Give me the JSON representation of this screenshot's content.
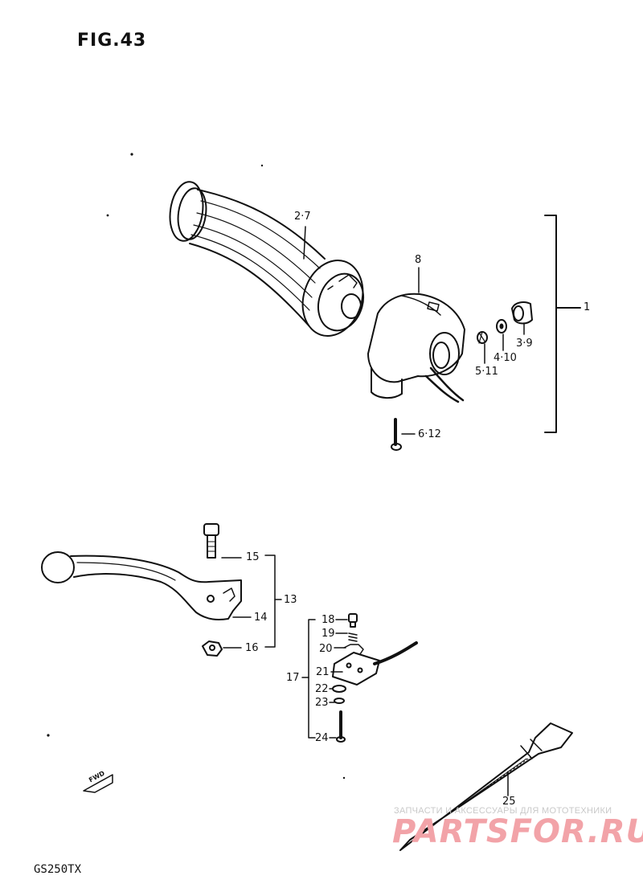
{
  "figure": {
    "title": "FIG.43",
    "model": "GS250TX"
  },
  "callouts": {
    "c1": "1",
    "c2_7": "2·7",
    "c3_9": "3·9",
    "c4_10": "4·10",
    "c5_11": "5·11",
    "c6_12": "6·12",
    "c8": "8",
    "c13": "13",
    "c14": "14",
    "c15": "15",
    "c16": "16",
    "c17": "17",
    "c18": "18",
    "c19": "19",
    "c20": "20",
    "c21": "21",
    "c22": "22",
    "c23": "23",
    "c24": "24",
    "c25": "25"
  },
  "fwd_mark": "FWD",
  "watermark": {
    "line": "ЗАПЧАСТИ И АКСЕССУАРЫ ДЛЯ МОТОТЕХНИКИ",
    "brand": "PARTSFOR.RU",
    "color": "#f2a3a8"
  }
}
